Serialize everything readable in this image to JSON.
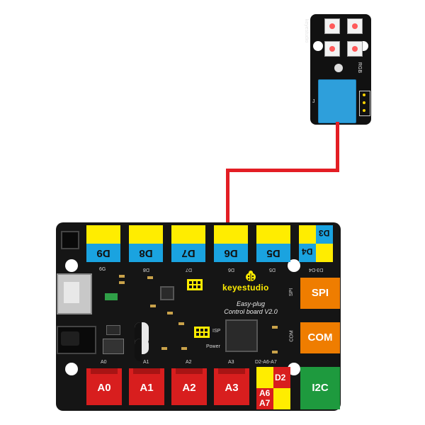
{
  "module": {
    "vertical_label": "keyestudio",
    "rgb_label": "RGB",
    "pin_label": "J"
  },
  "board": {
    "brand": "keyestudio",
    "subtitle_line1": "Easy-plug",
    "subtitle_line2": "Control board V2.0",
    "top_ports": [
      {
        "label": "D9",
        "silk": "6G"
      },
      {
        "label": "D8",
        "silk": "D8"
      },
      {
        "label": "D7",
        "silk": "D7"
      },
      {
        "label": "D6",
        "silk": "D6"
      },
      {
        "label": "D5",
        "silk": "D5"
      }
    ],
    "combo_top": {
      "upper": "D3",
      "lower": "D4",
      "silk": "D3-D4"
    },
    "bottom_ports": [
      {
        "label": "A0",
        "silk": "A0"
      },
      {
        "label": "A1",
        "silk": "A1"
      },
      {
        "label": "A2",
        "silk": "A2"
      },
      {
        "label": "A3",
        "silk": "A3"
      }
    ],
    "combo_bottom": {
      "upper": "D2",
      "lower1": "A6",
      "lower2": "A7",
      "silk": "D2-A6-A7"
    },
    "side_ports": [
      {
        "label": "SPI",
        "silk": "SPI",
        "color": "#ef7d00"
      },
      {
        "label": "COM",
        "silk": "COM",
        "color": "#ef7d00"
      },
      {
        "label": "I2C",
        "silk": "",
        "color": "#1e9a3e"
      }
    ],
    "misc_silk": {
      "power": "Power",
      "isp": "ISP"
    }
  },
  "colors": {
    "yellow": "#ffed00",
    "blue": "#1aa3e0",
    "red": "#d81e1e",
    "orange": "#ef7d00",
    "green": "#1e9a3e",
    "cable": "#e31e24",
    "board": "#151515"
  }
}
